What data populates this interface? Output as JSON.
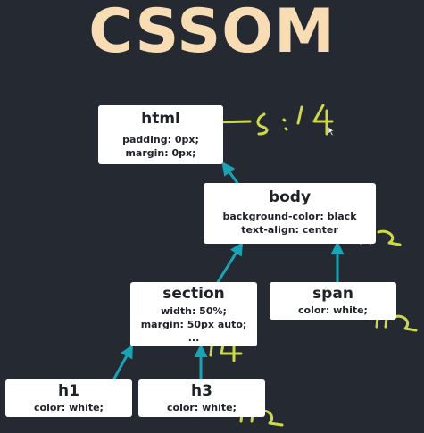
{
  "title": "CSSOM",
  "nodes": {
    "html": {
      "name": "html",
      "rules": [
        "padding: 0px;",
        "margin: 0px;"
      ]
    },
    "body": {
      "name": "body",
      "rules": [
        "background-color: black",
        "text-align: center"
      ]
    },
    "section": {
      "name": "section",
      "rules": [
        "width: 50%;",
        "margin: 50px auto;",
        "..."
      ]
    },
    "span": {
      "name": "span",
      "rules": [
        "color: white;"
      ]
    },
    "h1": {
      "name": "h1",
      "rules": [
        "color: white;"
      ]
    },
    "h3": {
      "name": "h3",
      "rules": [
        "color: white;"
      ]
    }
  },
  "colors": {
    "background": "#252932",
    "title": "#f7dcb4",
    "node_fill": "#ffffff",
    "arrow": "#1aa3b5",
    "annotation": "#d7e34a"
  },
  "icons": [
    "pointer-cursor-icon"
  ]
}
